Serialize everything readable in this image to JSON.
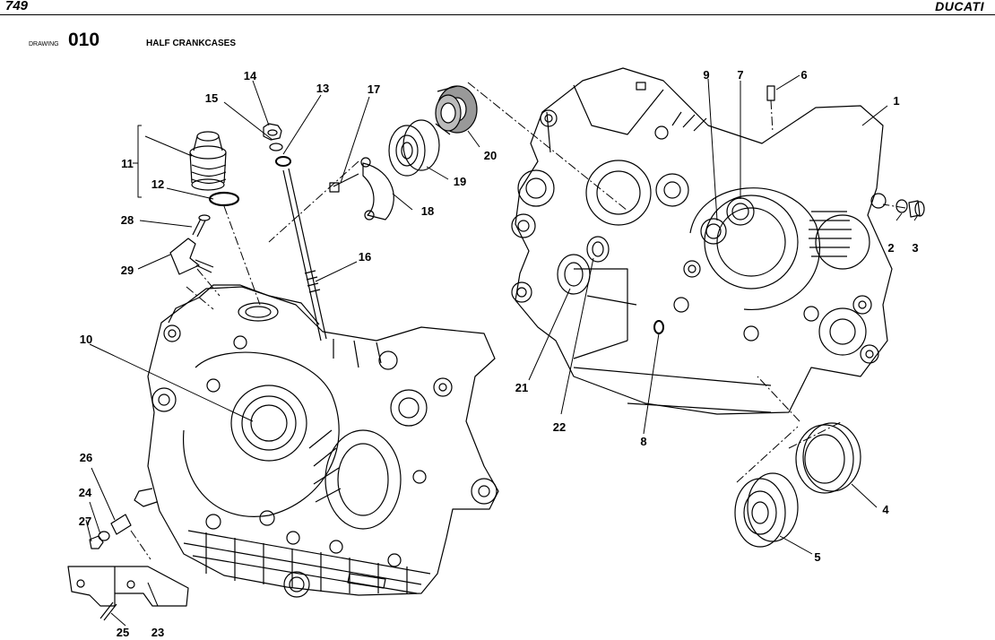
{
  "header": {
    "model": "749",
    "brand": "DUCATI"
  },
  "drawing": {
    "label": "DRAWING",
    "number": "010",
    "title": "HALF CRANKCASES"
  },
  "callouts": [
    "1",
    "2",
    "3",
    "4",
    "5",
    "6",
    "7",
    "8",
    "9",
    "10",
    "11",
    "12",
    "13",
    "14",
    "15",
    "16",
    "17",
    "18",
    "19",
    "20",
    "21",
    "22",
    "23",
    "24",
    "25",
    "26",
    "27",
    "28",
    "29"
  ]
}
